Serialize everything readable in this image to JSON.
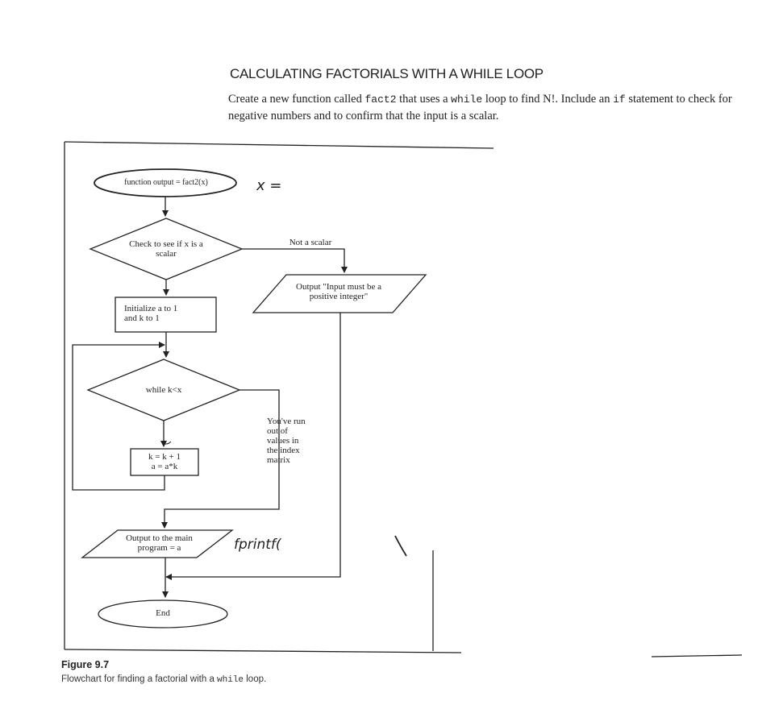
{
  "heading": "CALCULATING FACTORIALS WITH A WHILE LOOP",
  "intro": {
    "p1": "Create a new function called ",
    "code1": "fact2",
    "p2": " that uses a ",
    "code2": "while",
    "p3": " loop to find N!. Include an ",
    "code3": "if",
    "p4": " statement to check for negative numbers and to confirm that the input is a scalar."
  },
  "flowchart": {
    "start": "function output = fact2(x)",
    "check_line1": "Check to see if x is a",
    "check_line2": "scalar",
    "not_scalar": "Not a scalar",
    "error_line1": "Output \"Input must be a",
    "error_line2": "positive integer\"",
    "init_line1": "Initialize a to 1",
    "init_line2": "and k to 1",
    "while": "while k<x",
    "body_line1": "k = k + 1",
    "body_line2": "a = a*k",
    "exit_label": [
      "You've run",
      "out of",
      "values in",
      "the index",
      "matrix"
    ],
    "output_line1": "Output to the main",
    "output_line2": "program = a",
    "end": "End"
  },
  "handwriting": {
    "x_note": "x =",
    "fprintf_note": "fprintf(",
    "paren_mark": "\\"
  },
  "figure": {
    "title": "Figure 9.7",
    "caption_pre": "Flowchart for finding a factorial with a ",
    "caption_code": "while",
    "caption_post": " loop."
  }
}
